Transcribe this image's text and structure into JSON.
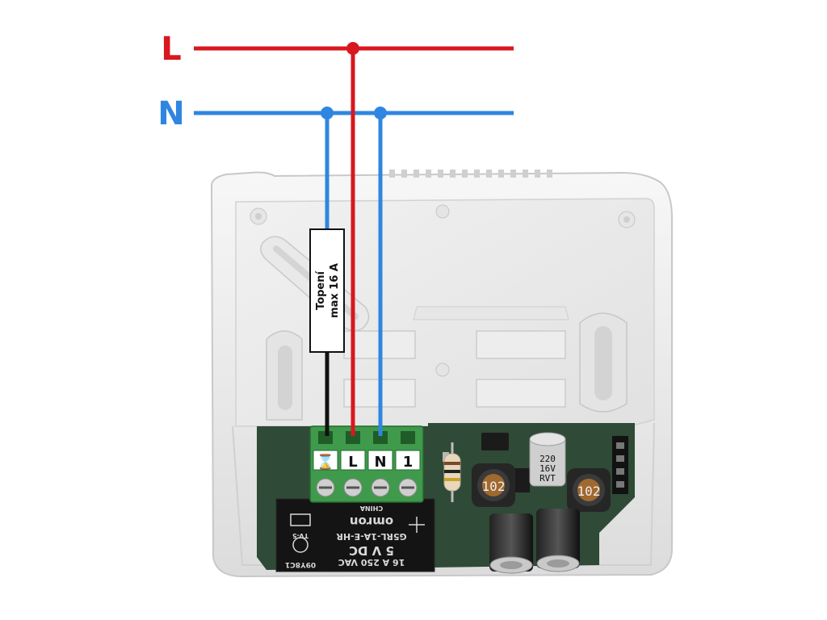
{
  "lines": {
    "live_label": "L",
    "neutral_label": "N",
    "live_color": "#d9171e",
    "neutral_color": "#2f86e0",
    "load_wire_color": "#111111"
  },
  "load": {
    "name": "Topení",
    "rating": "max 16 A"
  },
  "terminal_block": {
    "labels": [
      "⌛",
      "L",
      "N",
      "1"
    ],
    "color": "#3f9a4b"
  },
  "relay": {
    "brand": "omron",
    "model": "G5RL-1A-E-HR",
    "coil": "5 V DC",
    "contact_rating": "16 A 250 VAC",
    "origin": "CHINA",
    "code": "09Y8C1",
    "extra": "TV-5"
  },
  "components": {
    "inductor_1": "102",
    "inductor_2": "102",
    "capacitor_top_1": "220",
    "capacitor_top_2": "16V",
    "capacitor_top_3": "RVT"
  },
  "pcb_color": "#2f4a36",
  "housing_color": "#ececec"
}
